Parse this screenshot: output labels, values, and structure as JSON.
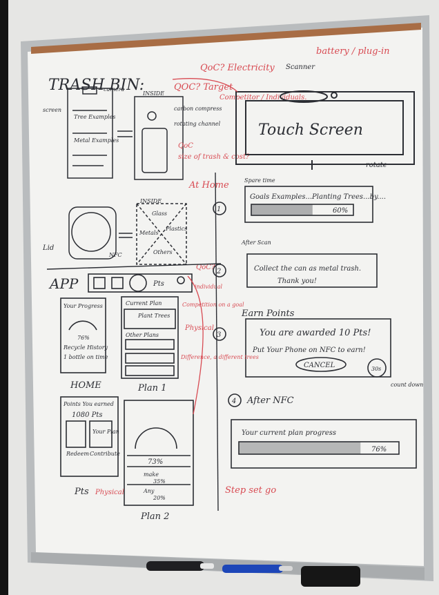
{
  "board": {
    "title": "TRASH BIN:",
    "labels": {
      "camera": "camera",
      "screen": "screen",
      "inside": "INSIDE",
      "carbon_compress": "carbon compress",
      "rotating_channel": "rotating channel",
      "lid": "Lid",
      "nfc": "NFC",
      "glass": "Glass",
      "metals": "Metals",
      "plastics": "Plastics",
      "others": "Others",
      "app": "APP",
      "pts": "Pts",
      "home": "HOME",
      "plan1": "Plan 1",
      "plan2": "Plan 2",
      "pts_bottom": "Pts",
      "your_progress": "Your Progress",
      "percent_76": "76%",
      "recycle_history": "Recycle History",
      "bottle_on_time": "1 bottle on time",
      "points_you_earned": "Points You earned",
      "points_value": "1080 Pts",
      "redeem": "Redeem",
      "your_plan": "Your Plan",
      "contribute": "Contribute",
      "current_plan": "Current Plan",
      "plant_trees": "Plant Trees",
      "other_plans": "Other Plans",
      "percent_73": "73%",
      "make": "make",
      "make_pct": "35%",
      "any": "Any",
      "any_pct": "20%",
      "screen_examples_1": "Tree Examples",
      "screen_examples_2": "Metal Examples",
      "touch_screen": "Touch Screen",
      "rotate": "rotate",
      "spare_time": "Spare time",
      "goals_examples": "Goals  Examples...Planting Trees...by....",
      "percent_60": "60%",
      "after_scan": "After Scan",
      "collect_msg_1": "Collect the can as metal trash.",
      "collect_msg_2": "Thank you!",
      "earn_points": "Earn Points",
      "awarded_msg": "You are awarded 10 Pts!",
      "put_phone_msg": "Put Your Phone on NFC to earn!",
      "cancel": "CANCEL",
      "countdown": "30s",
      "count_down": "count down",
      "after_nfc": "After NFC",
      "your_current_plan": "Your current plan progress",
      "step_1": "1",
      "step_2": "2",
      "step_3": "3",
      "step_4": "4"
    },
    "red_notes": {
      "qoc1": "QoC? Electricity",
      "battery": "battery / plug-in",
      "scanner": "Scanner",
      "qoc2": "QOC? Target",
      "competitor": "Competitor / Individuals.",
      "qoc3": "QoC",
      "size_of_trash": "size of trash & cost?",
      "at_home": "At Home",
      "qoc4": "QoC?",
      "individual": "individual",
      "competition": "Competition on a goal",
      "physical": "Physical",
      "difference": "Difference, a different trees",
      "physical2": "Physical",
      "step_set_go": "Step set go"
    },
    "marker_colors": {
      "black": "#2b2d33",
      "red": "#d84a52",
      "blue": "#1d46b8",
      "board": "#f3f3f1",
      "frame": "#b9bcbe",
      "wood_strip": "#a86d45"
    },
    "progress": {
      "plan_76": 0.76,
      "goal_60": 0.6,
      "current_76": 0.76
    }
  }
}
